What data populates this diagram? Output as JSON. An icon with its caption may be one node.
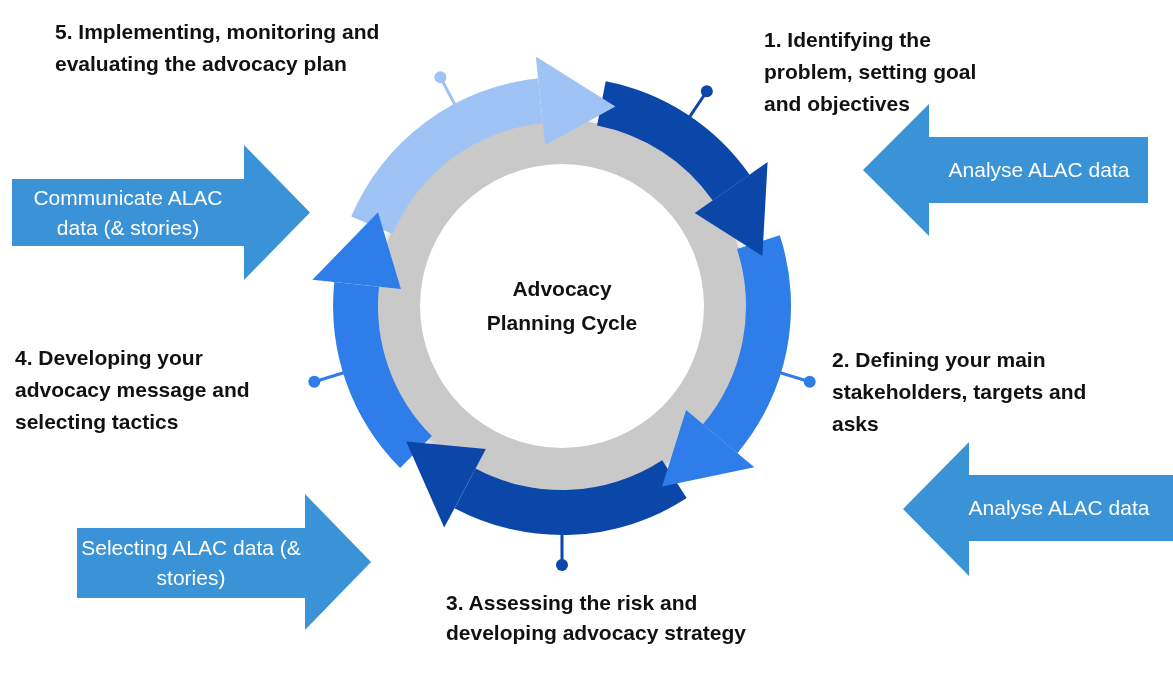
{
  "diagram": {
    "nodes": [
      {
        "text": [
          "Advocacy Planning Cycle"
        ]
      },
      {
        "text": [
          "Analyse ALAC data"
        ]
      },
      {
        "text": [
          "Analyse ALAC data"
        ]
      },
      {
        "text": [
          "Selecting ALAC data (& stories)"
        ]
      },
      {
        "text": [
          "Communicate ALAC data (& stories)"
        ]
      }
    ],
    "labels": [
      "5. Implementing, monitoring and evaluating the advocacy plan",
      "1. Identifying the problem, setting goal and objectives",
      "4. Developing your advocacy message and selecting tactics",
      "2. Defining your main stakeholders, targets and asks",
      "3. Assessing the risk and developing advocacy strategy"
    ]
  }
}
